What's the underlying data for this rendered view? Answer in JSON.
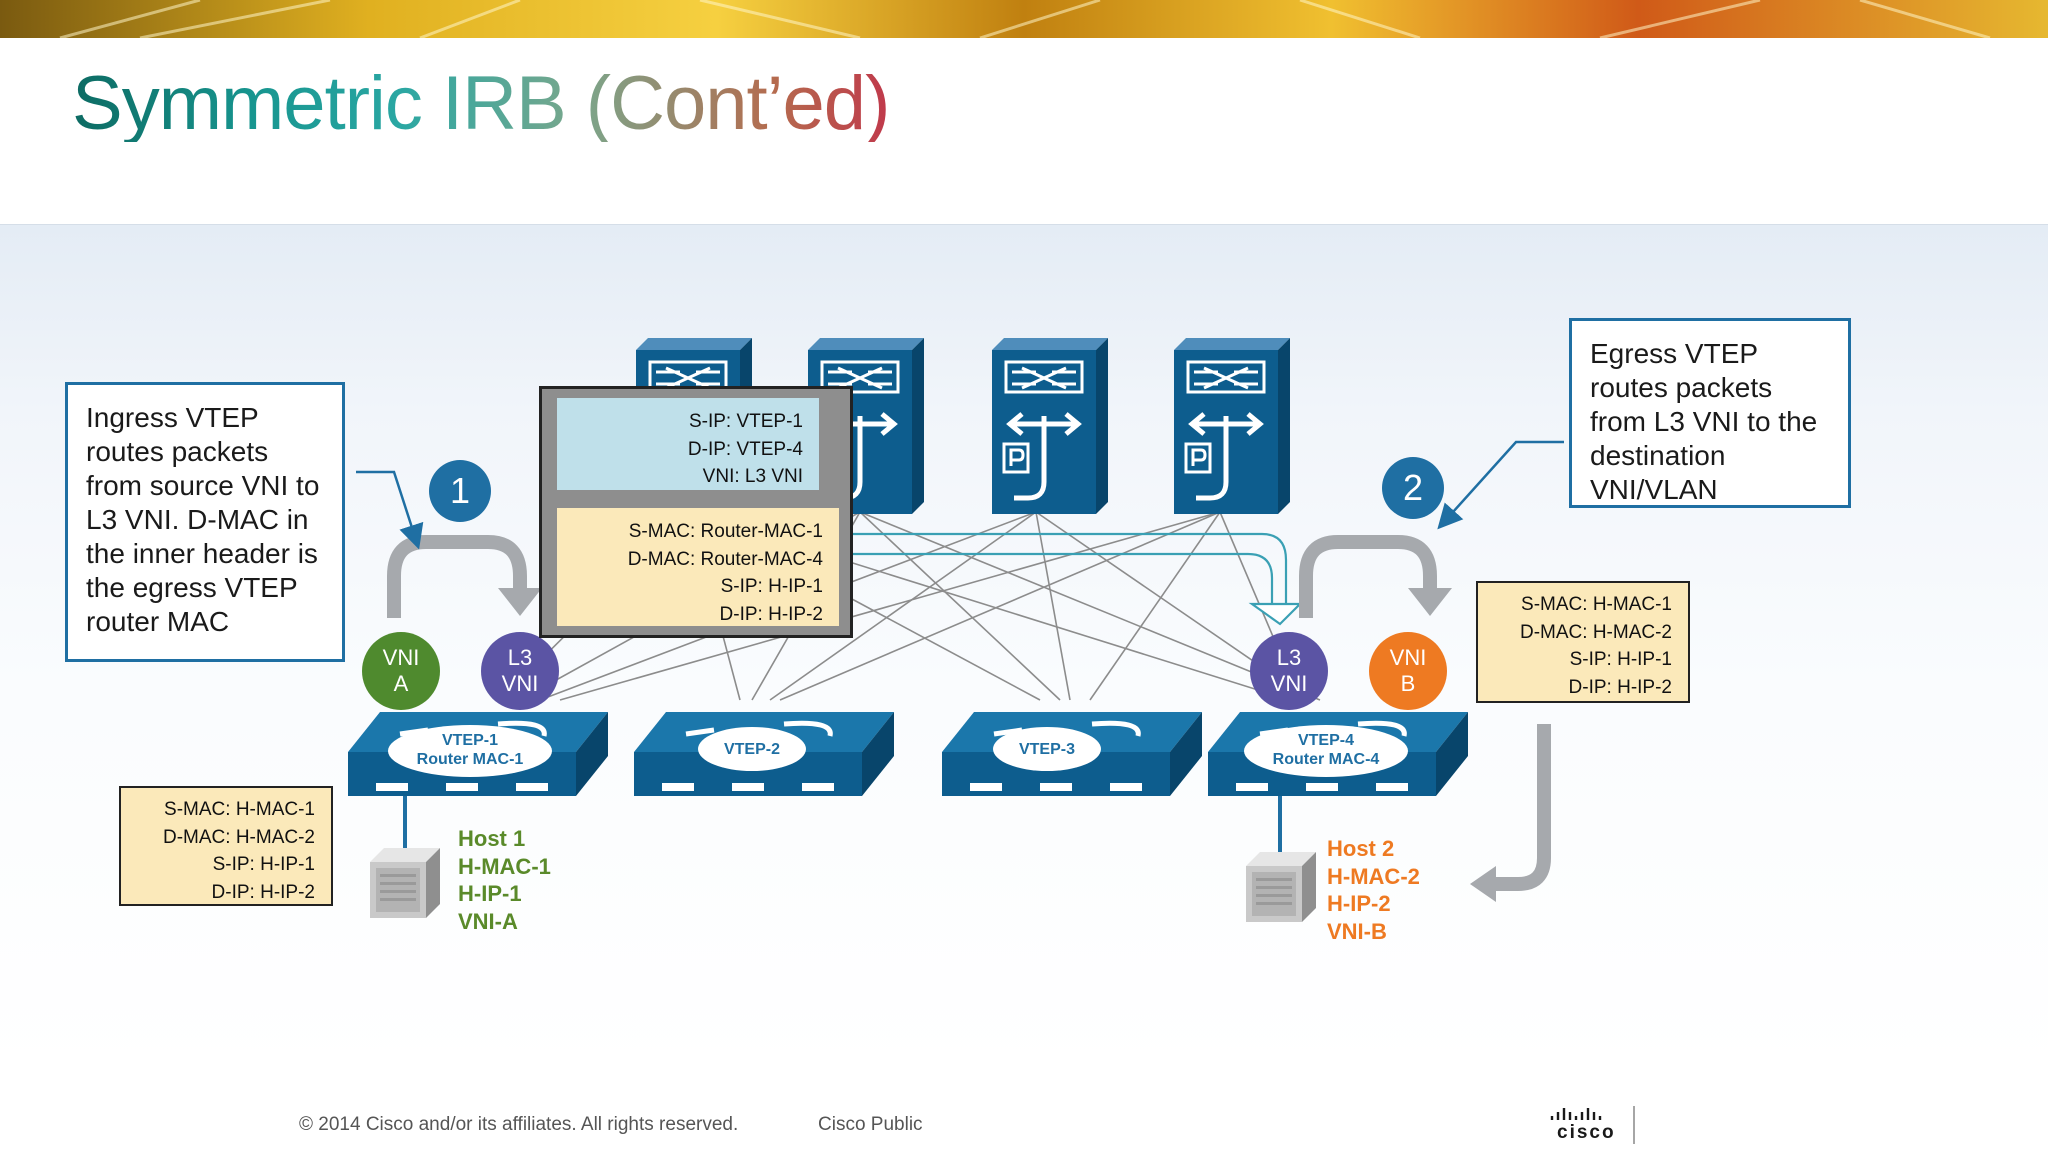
{
  "slide": {
    "title": "Symmetric IRB (Cont’ed)"
  },
  "footer": {
    "copyright": "© 2014 Cisco and/or its affiliates. All rights reserved.",
    "classification": "Cisco Public",
    "logo_text": "cisco"
  },
  "callouts": {
    "ingress": [
      "Ingress VTEP",
      "routes packets",
      "from source VNI to",
      "L3 VNI. D-MAC in",
      "the inner header is",
      "the egress VTEP",
      "router MAC"
    ],
    "egress": [
      "Egress VTEP",
      "routes packets",
      "from L3 VNI to the",
      "destination",
      "VNI/VLAN"
    ]
  },
  "steps": [
    "1",
    "2"
  ],
  "vni_badges": {
    "vni_a": [
      "VNI",
      "A"
    ],
    "l3_vni_left": [
      "L3",
      "VNI"
    ],
    "l3_vni_right": [
      "L3",
      "VNI"
    ],
    "vni_b": [
      "VNI",
      "B"
    ]
  },
  "colors": {
    "vni_a": "#4f8a2e",
    "l3_vni": "#5b54a4",
    "vni_b": "#ee7a22",
    "step_badge": "#1f6fa3",
    "device": "#0d5d8e",
    "host1_text": "#5a8a2a",
    "host2_text": "#ee7a22",
    "header_box": "#fbe9ba",
    "outer_header_box": "#bfe0ea"
  },
  "packet_headers": {
    "overlay_outer": [
      "S-IP: VTEP-1",
      "D-IP: VTEP-4",
      "VNI: L3 VNI"
    ],
    "overlay_inner": [
      "S-MAC: Router-MAC-1",
      "D-MAC: Router-MAC-4",
      "S-IP: H-IP-1",
      "D-IP: H-IP-2"
    ],
    "host1_original": [
      "S-MAC: H-MAC-1",
      "D-MAC: H-MAC-2",
      "S-IP: H-IP-1",
      "D-IP: H-IP-2"
    ],
    "host2_delivered": [
      "S-MAC: H-MAC-1",
      "D-MAC: H-MAC-2",
      "S-IP: H-IP-1",
      "D-IP: H-IP-2"
    ]
  },
  "vteps": {
    "vtep1": [
      "VTEP-1",
      "Router MAC-1"
    ],
    "vtep2": [
      "VTEP-2"
    ],
    "vtep3": [
      "VTEP-3"
    ],
    "vtep4": [
      "VTEP-4",
      "Router MAC-4"
    ]
  },
  "hosts": {
    "host1": [
      "Host 1",
      "H-MAC-1",
      "H-IP-1",
      "VNI-A"
    ],
    "host2": [
      "Host 2",
      "H-MAC-2",
      "H-IP-2",
      "VNI-B"
    ]
  },
  "icons": {
    "spine": "spine-switch-icon",
    "leaf": "vtep-switch-icon",
    "server": "server-icon",
    "logo": "cisco-logo-icon"
  }
}
